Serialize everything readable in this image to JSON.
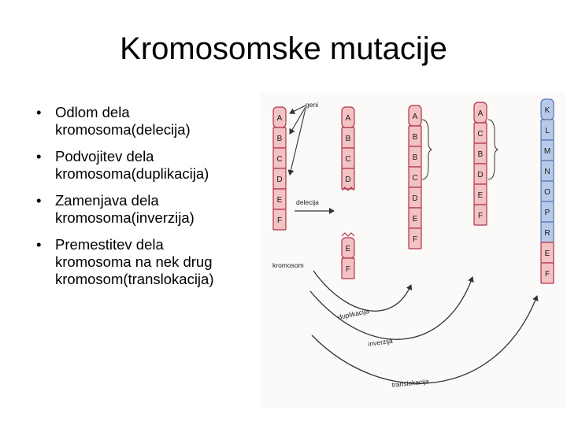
{
  "slide": {
    "title": "Kromosomske mutacije",
    "bullets": [
      {
        "lines": [
          "Odlom dela",
          "kromosoma(delecija)"
        ]
      },
      {
        "lines": [
          "Podvojitev dela",
          "kromosoma(duplikacija)"
        ]
      },
      {
        "lines": [
          "Zamenjava dela",
          "kromosoma(inverzija)"
        ]
      },
      {
        "lines": [
          "Premestitev dela",
          "kromosoma na nek drug",
          "kromosom(translokacija)"
        ]
      }
    ],
    "bullet_symbol": "•"
  },
  "figure": {
    "labels": {
      "geni": "geni",
      "delecija": "delecija",
      "kromosom": "kromosom",
      "duplikacija": "duplikacija",
      "inverzija": "inverzija",
      "translokacija": "translokacija"
    },
    "chromosomes": {
      "original": [
        "A",
        "B",
        "C",
        "D",
        "E",
        "F"
      ],
      "deletion_main": [
        "A",
        "B",
        "C",
        "D"
      ],
      "deletion_fragment": [
        "E",
        "F"
      ],
      "duplication": [
        "A",
        "B",
        "B",
        "C",
        "D",
        "E",
        "F"
      ],
      "inversion": [
        "A",
        "C",
        "B",
        "D",
        "E",
        "F"
      ],
      "translocation": [
        "K",
        "L",
        "M",
        "N",
        "O",
        "P",
        "R",
        "E",
        "F"
      ]
    },
    "colors": {
      "chromosome_fill": "#f3c2c3",
      "chromosome_stroke": "#b0344a",
      "translocation_top_fill": "#b7cbe8",
      "translocation_stroke": "#5b73b0"
    }
  }
}
